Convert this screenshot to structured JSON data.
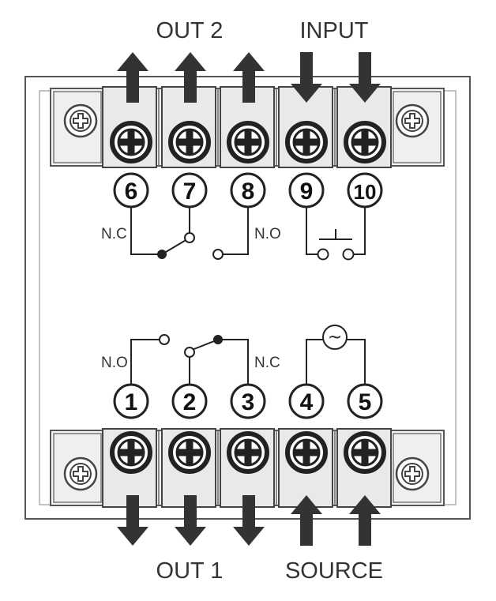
{
  "labels": {
    "out2": "OUT 2",
    "input": "INPUT",
    "out1": "OUT 1",
    "source": "SOURCE"
  },
  "terminals_top": [
    "6",
    "7",
    "8",
    "9",
    "10"
  ],
  "terminals_bottom": [
    "1",
    "2",
    "3",
    "4",
    "5"
  ],
  "contact_labels": {
    "top_nc": "N.C",
    "top_no": "N.O",
    "bottom_no": "N.O",
    "bottom_nc": "N.C"
  },
  "source_symbol": "~",
  "arrows": {
    "top": [
      "up",
      "up",
      "up",
      "down",
      "down"
    ],
    "bottom": [
      "down",
      "down",
      "down",
      "up",
      "up"
    ]
  },
  "icons": [
    "screw-icon",
    "arrow-up-icon",
    "arrow-down-icon",
    "ac-source-icon",
    "push-switch-icon"
  ],
  "colors": {
    "ink": "#222222",
    "panel": "#f4f4f4",
    "outline": "#555555"
  }
}
